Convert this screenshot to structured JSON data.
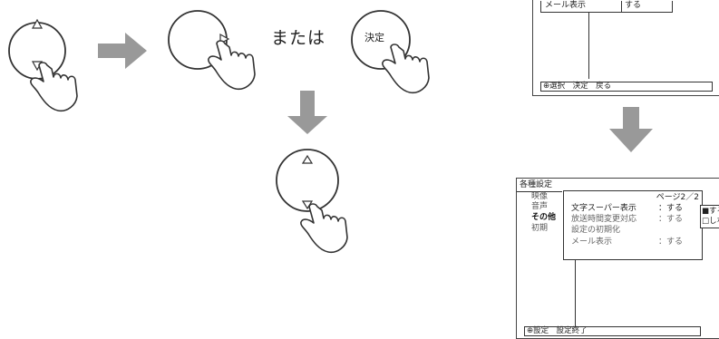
{
  "instructions": {
    "or_text": "または",
    "enter_button_label": "決定"
  },
  "screen_top": {
    "menu_row_label": "メール表示",
    "menu_row_value": "する",
    "status_bar": "選択　決定　戻る"
  },
  "screen_bottom": {
    "title": "各種設定",
    "sidebar": [
      "映像",
      "音声",
      "その他",
      "初期"
    ],
    "page_label": "ページ2／2",
    "rows": [
      {
        "label": "文字スーパー表示",
        "value": "：する"
      },
      {
        "label": "放送時間変更対応",
        "value": "：する"
      },
      {
        "label": "設定の初期化",
        "value": ""
      },
      {
        "label": "メール表示",
        "value": "：する"
      }
    ],
    "options": [
      "■する",
      "□しな"
    ],
    "status_bar": "設定　設定終了"
  },
  "colors": {
    "arrow": "#999999",
    "line": "#333333"
  },
  "icons": [
    "up-triangle-icon",
    "down-triangle-icon",
    "right-triangle-icon",
    "pointing-hand-icon",
    "down-arrow-icon",
    "right-arrow-icon"
  ]
}
